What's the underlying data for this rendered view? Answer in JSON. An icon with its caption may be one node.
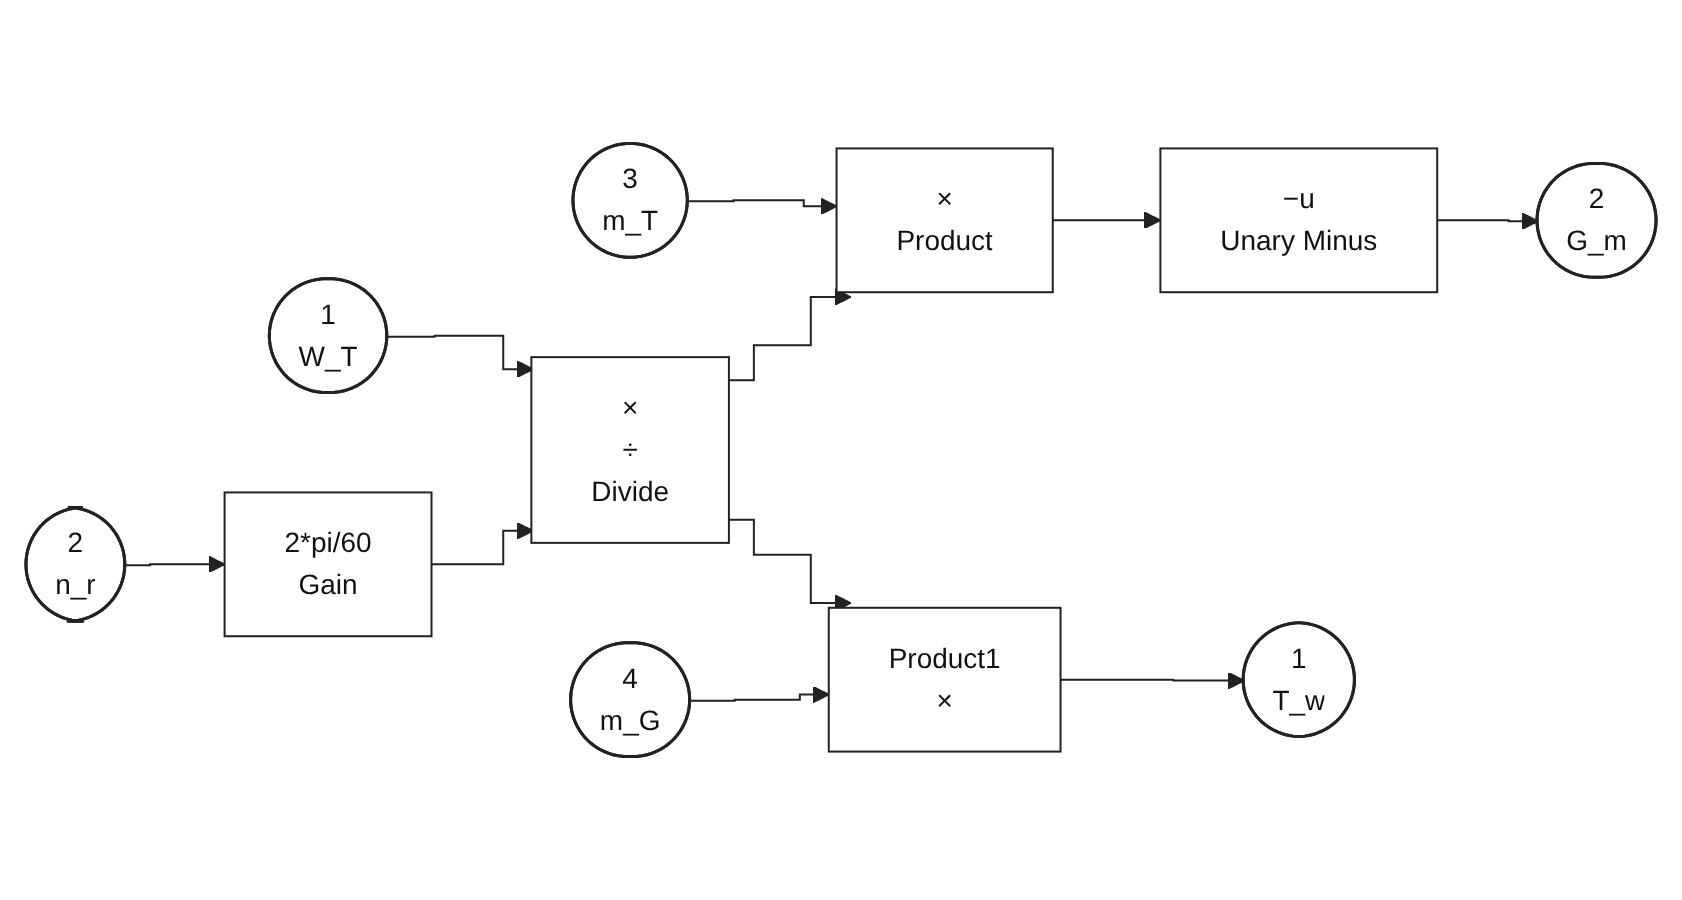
{
  "diagram": {
    "nodes": [
      {
        "text": [
          "3",
          "m_T"
        ]
      },
      {
        "text": [
          "1",
          "W_T"
        ]
      },
      {
        "text": [
          "2",
          "n_r"
        ]
      },
      {
        "text": [
          "4",
          "m_G"
        ]
      },
      {
        "text": [
          "2*pi/60",
          "Gain"
        ]
      },
      {
        "text": [
          "×",
          "÷",
          "Divide"
        ]
      },
      {
        "text": [
          "×",
          "Product"
        ]
      },
      {
        "text": [
          "−u",
          "Unary Minus"
        ]
      },
      {
        "text": [
          "2",
          "G_m"
        ]
      },
      {
        "text": [
          "Product1",
          "×"
        ]
      },
      {
        "text": [
          "1",
          "T_w"
        ]
      }
    ],
    "edges": [
      {
        "from": 0,
        "to": 6,
        "arrow": "to"
      },
      {
        "from": 5,
        "to": 6,
        "arrow": "to"
      },
      {
        "from": 6,
        "to": 7,
        "arrow": "to"
      },
      {
        "from": 7,
        "to": 8,
        "arrow": "to"
      },
      {
        "from": 1,
        "to": 5,
        "arrow": "to"
      },
      {
        "from": 2,
        "to": 4,
        "arrow": "to"
      },
      {
        "from": 4,
        "to": 5,
        "arrow": "to"
      },
      {
        "from": 5,
        "to": 9,
        "arrow": "to"
      },
      {
        "from": 3,
        "to": 9,
        "arrow": "to"
      },
      {
        "from": 9,
        "to": 10,
        "arrow": "to"
      }
    ]
  }
}
